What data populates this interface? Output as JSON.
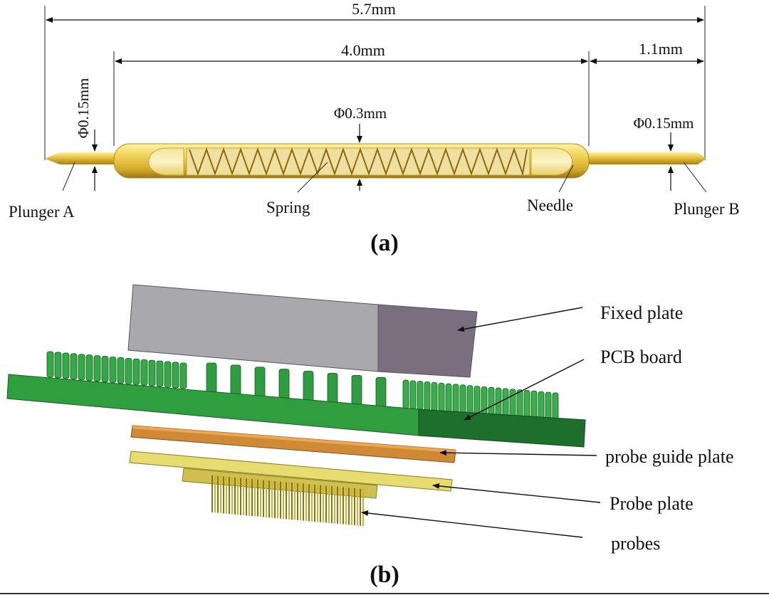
{
  "panel_a": {
    "dimensions": {
      "overall_length": "5.7mm",
      "barrel_length": "4.0mm",
      "plunger_b_length": "1.1mm",
      "plunger_a_diameter": "Φ0.15mm",
      "barrel_diameter": "Φ0.3mm",
      "plunger_b_diameter": "Φ0.15mm"
    },
    "parts": {
      "plunger_a": "Plunger A",
      "spring": "Spring",
      "needle": "Needle",
      "plunger_b": "Plunger B"
    },
    "caption": "(a)"
  },
  "panel_b": {
    "labels": {
      "fixed_plate": "Fixed plate",
      "pcb_board": "PCB board",
      "probe_guide_plate": "probe guide plate",
      "probe_plate": "Probe plate",
      "probes": "probes"
    },
    "caption": "(b)"
  },
  "colors": {
    "barrel_gold": "#e2c23c",
    "pcb_green": "#2e9e3e",
    "fixed_plate_gray": "#a9a9ad",
    "guide_plate_orange": "#c8782a",
    "probe_plate_yellow": "#d8cc5a"
  }
}
